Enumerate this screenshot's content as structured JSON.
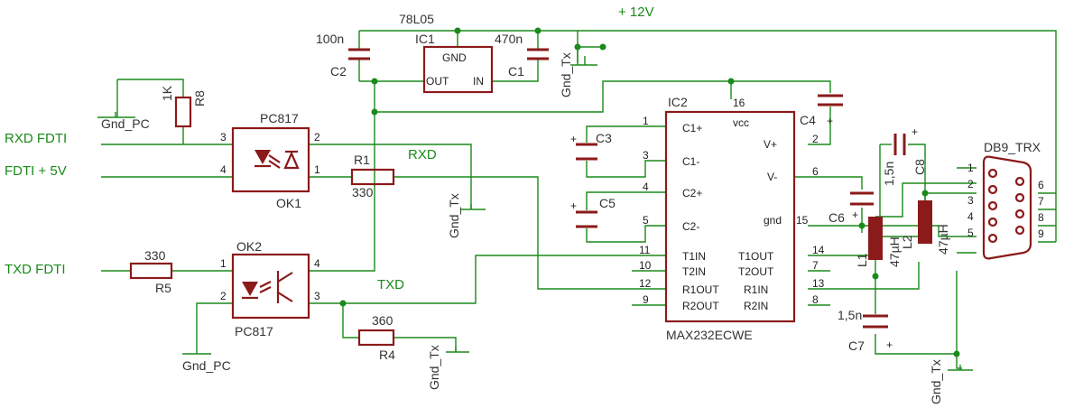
{
  "signals": {
    "v12": "+ 12V",
    "rxd_fdti": "RXD FDTI",
    "fdti_5v": "FDTI + 5V",
    "txd_fdti": "TXD FDTI",
    "rxd": "RXD",
    "txd": "TXD"
  },
  "colors": {
    "wire": "#1a8a1a",
    "part": "#8b1a1a",
    "text": "#333333"
  },
  "ic1": {
    "value": "78L05",
    "name": "IC1",
    "gnd": "GND",
    "out": "OUT",
    "in": "IN"
  },
  "c2": {
    "name": "C2",
    "value": "100n"
  },
  "c1": {
    "name": "C1",
    "value": "470n"
  },
  "r8": {
    "name": "R8",
    "value": "1K"
  },
  "r1": {
    "name": "R1",
    "value": "330"
  },
  "r5": {
    "name": "R5",
    "value": "330"
  },
  "r4": {
    "name": "R4",
    "value": "360"
  },
  "ok1": {
    "type": "PC817",
    "name": "OK1",
    "pins": [
      "3",
      "4",
      "2",
      "1"
    ]
  },
  "ok2": {
    "type": "PC817",
    "name": "OK2",
    "pins": [
      "1",
      "2",
      "4",
      "3"
    ]
  },
  "grounds": [
    "Gnd_PC",
    "Gnd_PC",
    "Gnd_Tx",
    "Gnd_Tx",
    "Gnd_Tx",
    "Gnd_Tx"
  ],
  "ic2": {
    "name": "IC2",
    "part": "MAX232ECWE",
    "vcc_label": "vcc",
    "vcc_pin": "16",
    "gnd_label": "gnd",
    "gnd_pin": "15",
    "left_pins": [
      {
        "num": "1",
        "label": "C1+"
      },
      {
        "num": "3",
        "label": "C1-"
      },
      {
        "num": "4",
        "label": "C2+"
      },
      {
        "num": "5",
        "label": "C2-"
      },
      {
        "num": "11",
        "label": "T1IN"
      },
      {
        "num": "10",
        "label": "T2IN"
      },
      {
        "num": "12",
        "label": "R1OUT"
      },
      {
        "num": "9",
        "label": "R2OUT"
      }
    ],
    "right_pins": [
      {
        "num": "2",
        "label": "V+"
      },
      {
        "num": "6",
        "label": "V-"
      },
      {
        "num": "14",
        "label": "T1OUT"
      },
      {
        "num": "7",
        "label": "T2OUT"
      },
      {
        "num": "13",
        "label": "R1IN"
      },
      {
        "num": "8",
        "label": "R2IN"
      }
    ]
  },
  "c3": {
    "name": "C3"
  },
  "c4": {
    "name": "C4"
  },
  "c5": {
    "name": "C5"
  },
  "c6": {
    "name": "C6"
  },
  "c7": {
    "name": "C7",
    "value": "1,5n"
  },
  "c8": {
    "name": "C8",
    "value": "1,5n"
  },
  "l1": {
    "name": "L1",
    "value": "47µH"
  },
  "l2": {
    "name": "L2",
    "value": "47µH"
  },
  "db9": {
    "name": "DB9_TRX",
    "pins": [
      "1",
      "2",
      "3",
      "4",
      "5",
      "6",
      "7",
      "8",
      "9"
    ]
  },
  "plus": "+"
}
